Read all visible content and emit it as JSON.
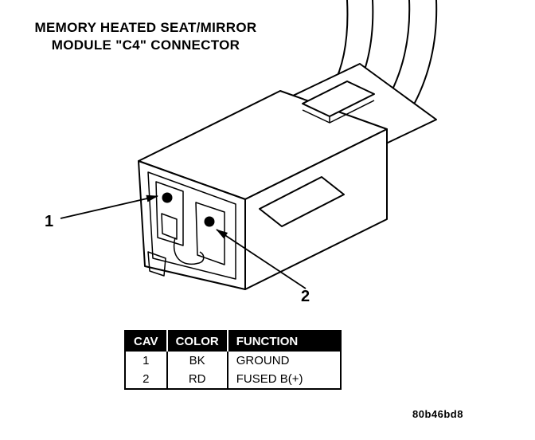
{
  "page": {
    "title": "MEMORY HEATED SEAT/MIRROR\nMODULE \"C4\" CONNECTOR",
    "ref_code": "80b46bd8"
  },
  "diagram": {
    "description": "Isometric line drawing of 2-cavity connector with wire leads",
    "callouts": [
      {
        "label": "1"
      },
      {
        "label": "2"
      }
    ]
  },
  "table": {
    "headers": [
      "CAV",
      "COLOR",
      "FUNCTION"
    ],
    "rows": [
      [
        "1",
        "BK",
        "GROUND"
      ],
      [
        "2",
        "RD",
        "FUSED B(+)"
      ]
    ]
  },
  "colors": {
    "ink": "#000000",
    "paper": "#ffffff",
    "table_header_bg": "#000000",
    "table_header_text": "#ffffff"
  }
}
